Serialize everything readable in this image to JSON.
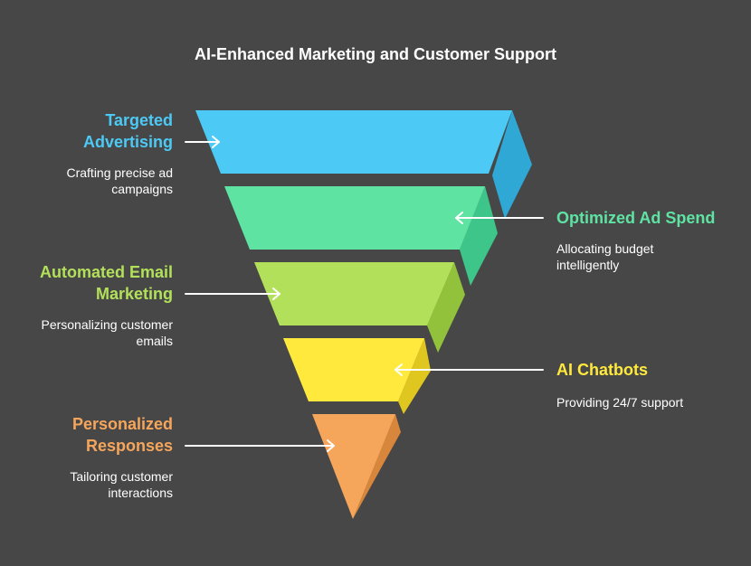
{
  "title": "AI-Enhanced Marketing and Customer Support",
  "colors": {
    "background": "#474747",
    "targeted": "#4cc9f4",
    "optimized": "#5fe3a3",
    "email": "#b3e05a",
    "chatbots": "#ffe93d",
    "personalized": "#f6a65b"
  },
  "stages": [
    {
      "title_line1": "Targeted",
      "title_line2": "Advertising",
      "desc_line1": "Crafting precise ad",
      "desc_line2": "campaigns",
      "side": "left"
    },
    {
      "title": "Optimized Ad Spend",
      "desc_line1": "Allocating budget",
      "desc_line2": "intelligently",
      "side": "right"
    },
    {
      "title_line1": "Automated Email",
      "title_line2": "Marketing",
      "desc_line1": "Personalizing customer",
      "desc_line2": "emails",
      "side": "left"
    },
    {
      "title": "AI Chatbots",
      "desc_line1": "Providing 24/7 support",
      "side": "right"
    },
    {
      "title_line1": "Personalized",
      "title_line2": "Responses",
      "desc_line1": "Tailoring customer",
      "desc_line2": "interactions",
      "side": "left"
    }
  ]
}
